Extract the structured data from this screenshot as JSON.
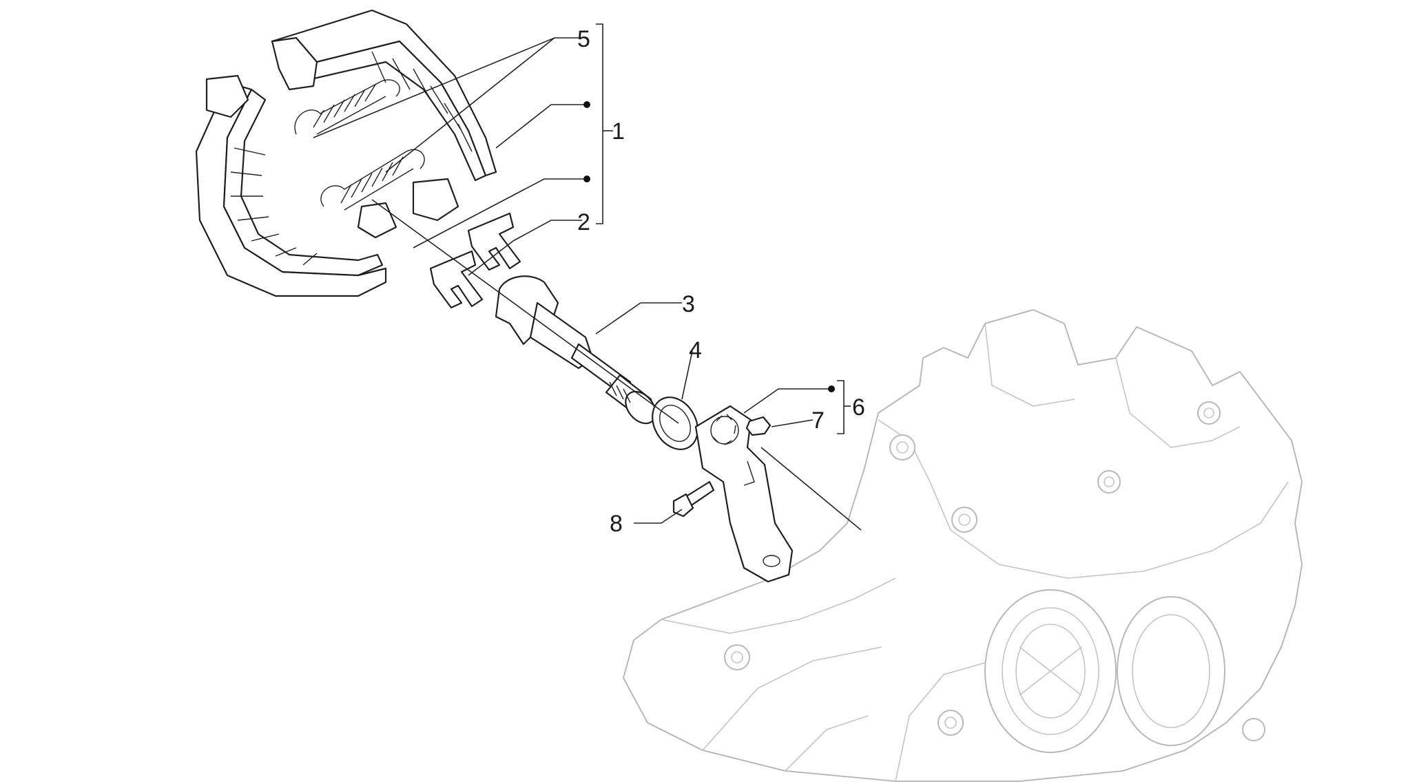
{
  "diagram": {
    "callouts": [
      {
        "id": "c1",
        "label": "1"
      },
      {
        "id": "c2",
        "label": "2"
      },
      {
        "id": "c3",
        "label": "3"
      },
      {
        "id": "c4",
        "label": "4"
      },
      {
        "id": "c5",
        "label": "5"
      },
      {
        "id": "c6",
        "label": "6"
      },
      {
        "id": "c7",
        "label": "7"
      },
      {
        "id": "c8",
        "label": "8"
      }
    ],
    "colors": {
      "line": "#1f1f1f",
      "ghost": "#b8b8b8",
      "background": "#ffffff"
    }
  }
}
